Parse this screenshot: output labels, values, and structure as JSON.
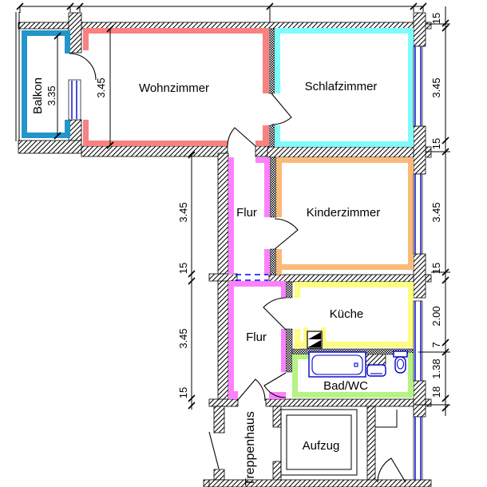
{
  "plan": {
    "rooms": {
      "balkon": {
        "label": "Balkon",
        "dim": "3.35",
        "color": "#2295c9"
      },
      "wohnzimmer": {
        "label": "Wohnzimmer",
        "dim": "3.45",
        "color": "#f98181"
      },
      "schlafzimmer": {
        "label": "Schlafzimmer",
        "color": "#7ffcfc"
      },
      "kinderzimmer": {
        "label": "Kinderzimmer",
        "color": "#f9ba79"
      },
      "flur_oben": {
        "label": "Flur",
        "color": "#fd80fd"
      },
      "flur_unten": {
        "label": "Flur",
        "color": "#fd80fd"
      },
      "kueche": {
        "label": "Küche",
        "color": "#fdfd80"
      },
      "bad": {
        "label": "Bad/WC",
        "color": "#b5f382"
      },
      "treppenhaus": {
        "label": "Treppenhaus"
      },
      "aufzug": {
        "label": "Aufzug"
      }
    },
    "dims": {
      "right": [
        "15",
        "3.45",
        "15",
        "3.45",
        "15",
        "2.00",
        "7",
        "1.38",
        "18"
      ],
      "left": [
        "3.45",
        "15",
        "3.45",
        "15"
      ]
    },
    "accents": {
      "window_blue": "#0000cd",
      "fixture_blue": "#0000cd",
      "dashed_blue": "#0000ff",
      "wall_black": "#000000"
    }
  }
}
